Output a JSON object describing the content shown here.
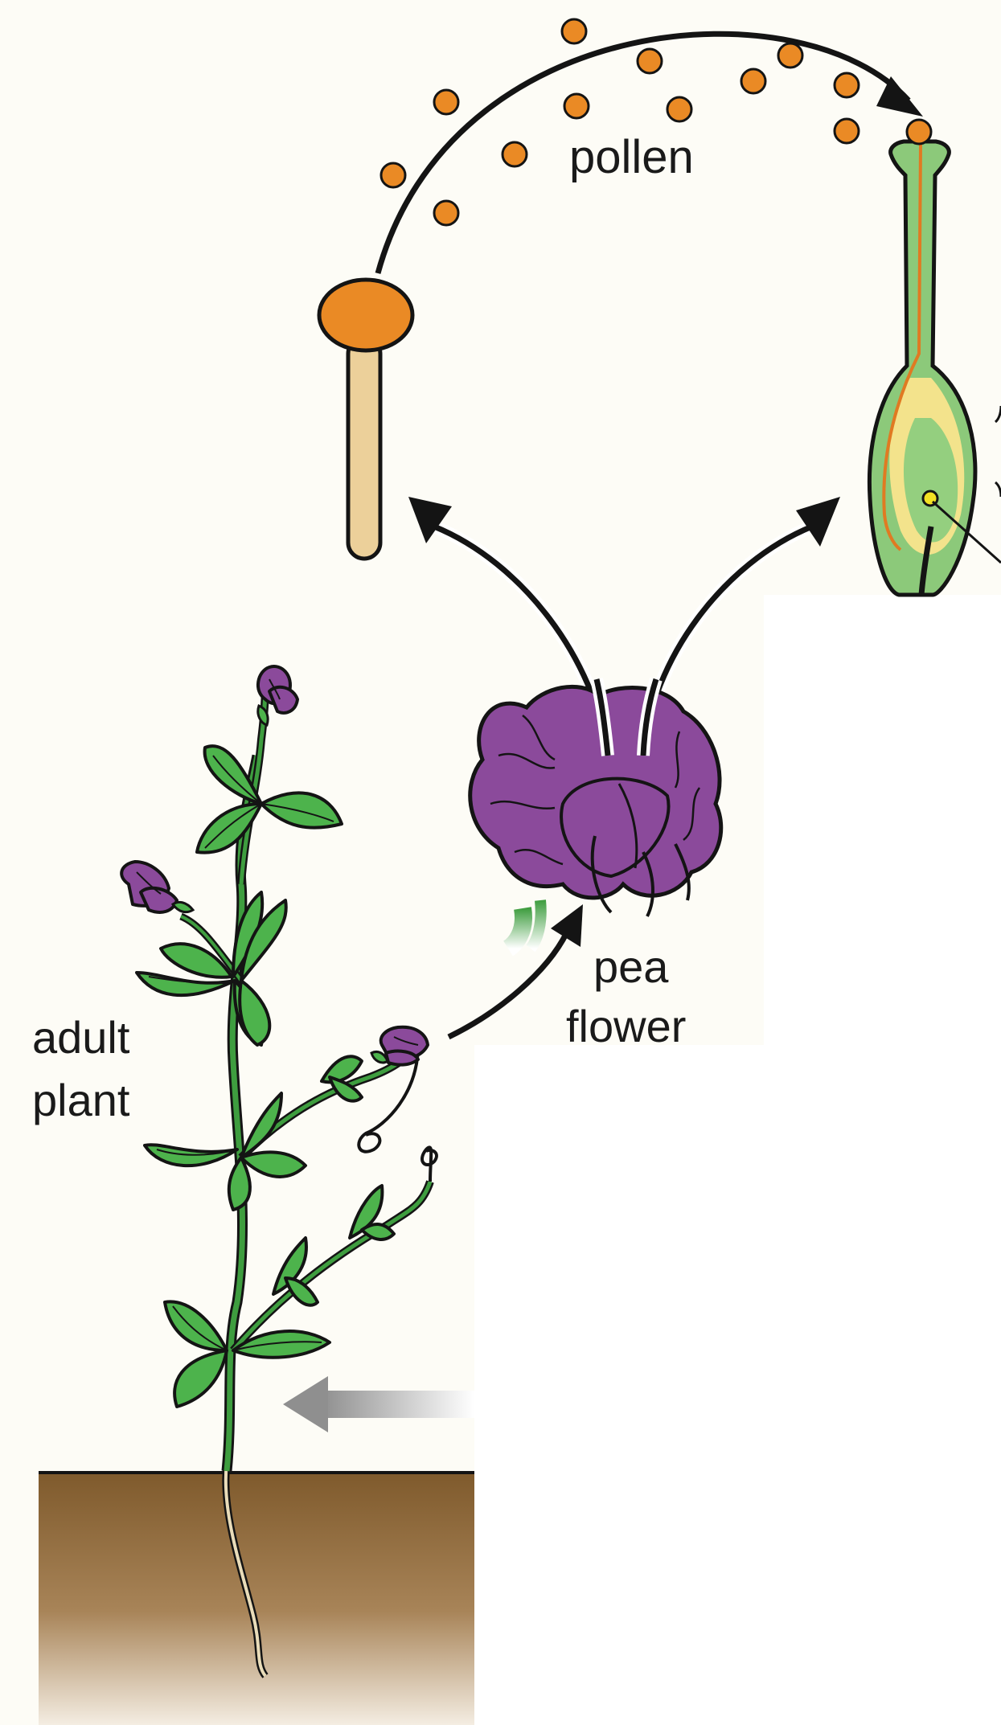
{
  "labels": {
    "pollen": "pollen",
    "pea": "pea",
    "flower": "flower",
    "adult": "adult",
    "plant": "plant"
  },
  "colors": {
    "background": "#fdfcf6",
    "pollen_orange": "#ea8a25",
    "filament_tan": "#ecd09a",
    "carpel_green": "#8cc97a",
    "ovary_yellow": "#f3e38c",
    "ovary_inner": "#94cf7f",
    "petal_purple": "#8b4a9b",
    "leaf_green": "#4db34c",
    "stem_green": "#3e9d3f",
    "soil_brown": "#7f5a2c",
    "arrow_black": "#141414",
    "arrow_gray": "#9a9a9a"
  },
  "icons": [
    "stamen-icon",
    "pistil-icon",
    "pea-flower-icon",
    "pea-plant-icon",
    "soil-icon"
  ]
}
